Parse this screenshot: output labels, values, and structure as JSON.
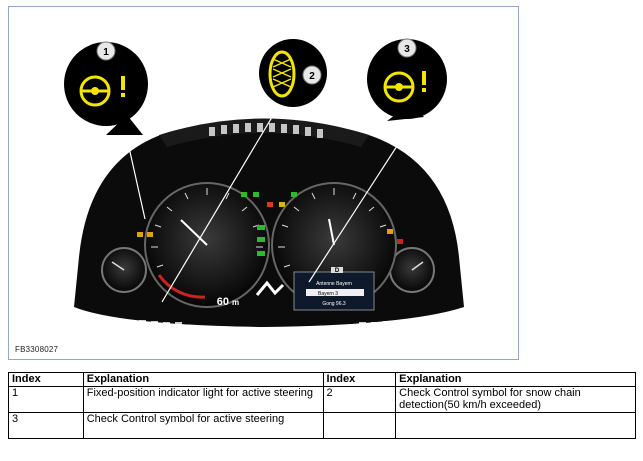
{
  "figure": {
    "id": "FB3308027",
    "callouts": [
      {
        "number": "1",
        "icon": "steering-wheel-warning-icon"
      },
      {
        "number": "2",
        "icon": "snow-chain-tyre-icon"
      },
      {
        "number": "3",
        "icon": "steering-wheel-warning-icon"
      }
    ],
    "display": {
      "speed": "60",
      "speed_unit": "m",
      "radio_list": [
        "Antenne Bayern",
        "Bayern 3",
        "Gong 96.3"
      ],
      "radio_selected": "Bayern 3",
      "gear": "D"
    },
    "colors": {
      "callout_fill": "#000000",
      "callout_symbol": "#f2e600",
      "frame_border": "#8ea9c8"
    }
  },
  "table": {
    "headers": [
      "Index",
      "Explanation",
      "Index",
      "Explanation"
    ],
    "rows": [
      [
        "1",
        "Fixed-position indicator light for active steering",
        "2",
        "Check Control symbol for snow chain detection(50 km/h exceeded)"
      ],
      [
        "3",
        "Check Control symbol for active steering",
        "",
        ""
      ]
    ]
  }
}
